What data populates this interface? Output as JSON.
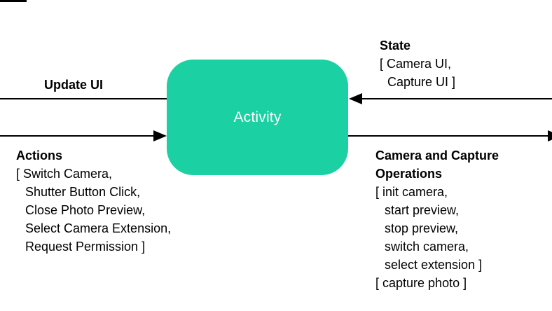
{
  "colors": {
    "box_fill": "#1BD0A2",
    "box_text": "#ffffff",
    "line": "#000000",
    "text": "#000000",
    "background": "#ffffff"
  },
  "activity_box": {
    "label": "Activity"
  },
  "left": {
    "update_ui_label": "Update UI",
    "actions_title": "Actions",
    "actions_items": [
      "[ Switch Camera,",
      "Shutter Button Click,",
      "Close Photo Preview,",
      "Select Camera Extension,",
      "Request Permission ]"
    ]
  },
  "right": {
    "state_title": "State",
    "state_items": [
      "[ Camera UI,",
      "Capture UI ]"
    ],
    "operations_title_line1": "Camera and Capture",
    "operations_title_line2": "Operations",
    "operations_items": [
      "[ init camera,",
      "start preview,",
      "stop preview,",
      "switch camera,",
      "select extension ]",
      "[ capture photo ]"
    ]
  }
}
